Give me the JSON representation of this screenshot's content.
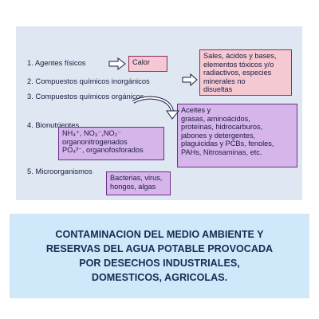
{
  "diagram": {
    "items": [
      "1. Agentes físicos",
      "2. Compuestos químicos inorgánicos",
      "3. Compuestos químicos orgánicos",
      "4. Bionutrientes",
      "5. Microorganismos"
    ],
    "boxes": {
      "calor": "Calor",
      "sales": [
        "Sales, ácidos y bases,",
        "elementos tóxicos y/o",
        "radiactivos, especies",
        "minerales no",
        "disueltas"
      ],
      "organicos": [
        "Aceites y",
        "grasas, aminoácidos,",
        "proteínas, hidrocarburos,",
        "jabones y detergentes,",
        "plaguicidas y PCBs, fenoles,",
        "PAHs, Nitrosaminas, etc."
      ],
      "bionutrientes": [
        "NH₄⁺, NO₃⁻,NO₂⁻",
        "organonitrogenados",
        "PO₄³⁻, organofosforados"
      ],
      "micro": [
        "Bacterias, virus,",
        "hongos, algas"
      ]
    },
    "colors": {
      "panel": "#dfe7f3",
      "pink_box": "#f5c9d2",
      "purple_box": "#d6b6ea",
      "caption_bg": "#d0e9fa",
      "caption_text": "#1a2a52"
    }
  },
  "caption": "CONTAMINACION DEL MEDIO AMBIENTE Y\nRESERVAS DEL AGUA  POTABLE PROVOCADA\nPOR DESECHOS INDUSTRIALES,\nDOMESTICOS, AGRICOLAS."
}
